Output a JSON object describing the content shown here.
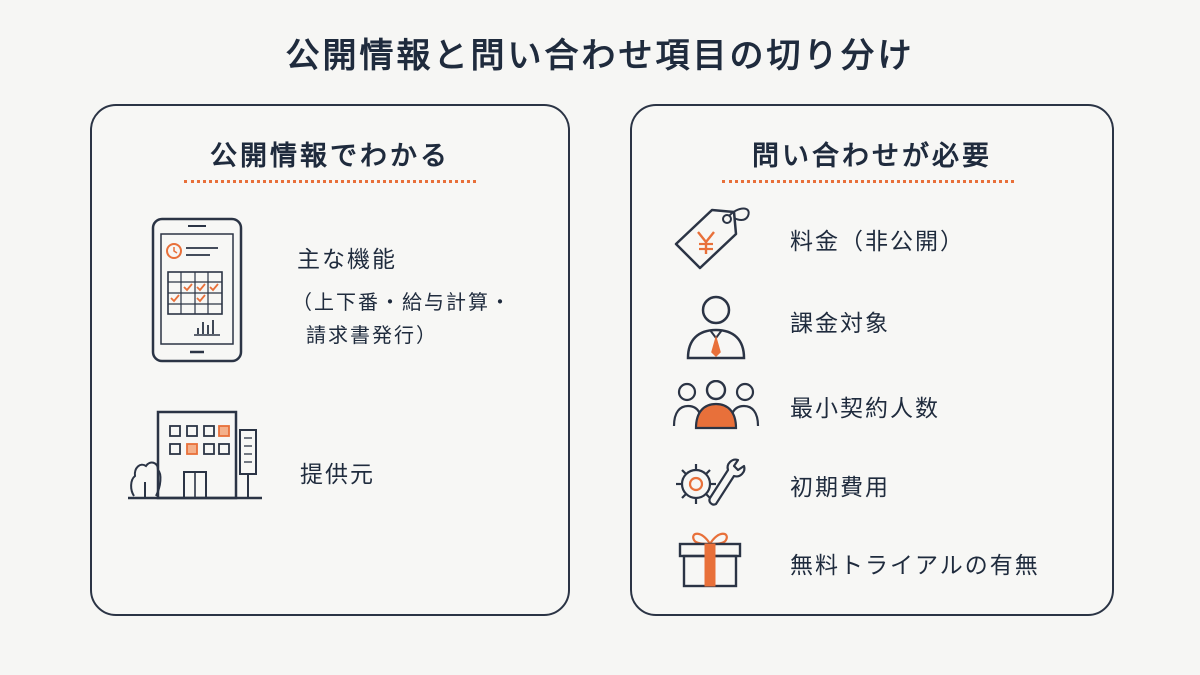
{
  "title": "公開情報と問い合わせ項目の切り分け",
  "left_panel": {
    "heading": "公開情報でわかる",
    "items": [
      {
        "icon": "tablet-schedule-icon",
        "label": "主な機能",
        "detail_line1": "（上下番・給与計算・",
        "detail_line2": "請求書発行）"
      },
      {
        "icon": "office-building-icon",
        "label": "提供元"
      }
    ]
  },
  "right_panel": {
    "heading": "問い合わせが必要",
    "items": [
      {
        "icon": "yen-price-tag-icon",
        "label": "料金（非公開）"
      },
      {
        "icon": "businessperson-icon",
        "label": "課金対象"
      },
      {
        "icon": "user-group-icon",
        "label": "最小契約人数"
      },
      {
        "icon": "gear-wrench-icon",
        "label": "初期費用"
      },
      {
        "icon": "gift-box-icon",
        "label": "無料トライアルの有無"
      }
    ]
  },
  "colors": {
    "ink": "#1f2b3d",
    "accent": "#e8703a",
    "background": "#f6f6f4"
  }
}
